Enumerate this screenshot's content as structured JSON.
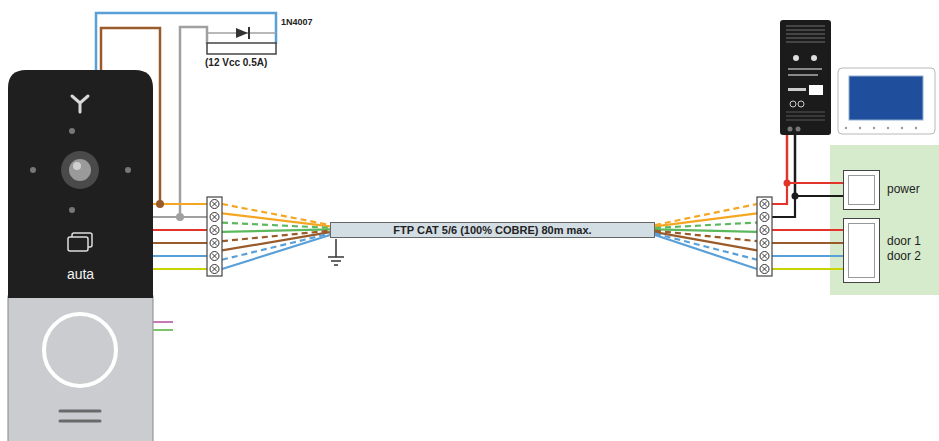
{
  "diagram": {
    "nodes": [
      {
        "text": [
          "auta"
        ]
      },
      {
        "text": [
          "FTP CAT 5/6 (100% COBRE) 80m max."
        ]
      },
      {
        "text": [
          "power"
        ]
      },
      {
        "text": [
          "door 1",
          "door 2"
        ]
      }
    ],
    "edges": [
      {
        "from": 0,
        "to": 1,
        "arrow": "none"
      },
      {
        "from": 1,
        "to": 2,
        "arrow": "none"
      },
      {
        "from": 1,
        "to": 3,
        "arrow": "none"
      }
    ],
    "labels": [
      "1N4007",
      "(12 Vcc 0.5A)"
    ]
  }
}
